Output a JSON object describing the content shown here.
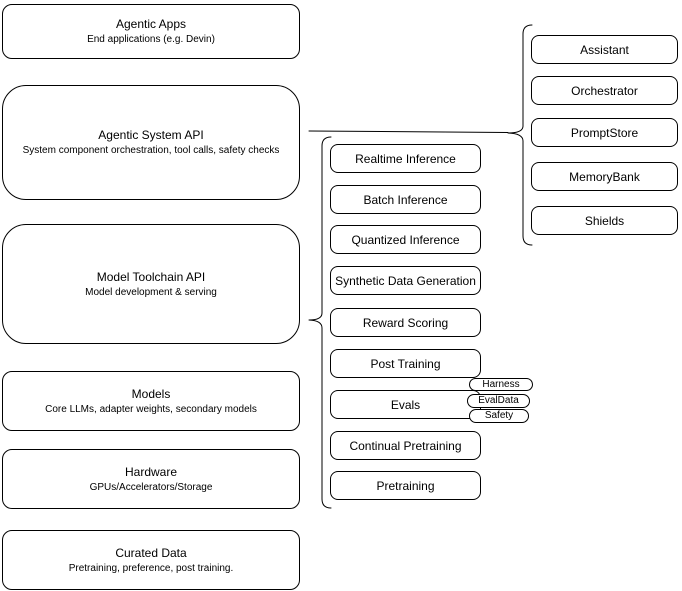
{
  "diagram": {
    "stack": [
      {
        "title": "Agentic Apps",
        "subtitle": "End applications (e.g. Devin)"
      },
      {
        "title": "Agentic System API",
        "subtitle": "System component orchestration, tool calls, safety checks"
      },
      {
        "title": "Model Toolchain API",
        "subtitle": "Model development & serving"
      },
      {
        "title": "Models",
        "subtitle": "Core LLMs, adapter weights, secondary models"
      },
      {
        "title": "Hardware",
        "subtitle": "GPUs/Accelerators/Storage"
      },
      {
        "title": "Curated Data",
        "subtitle": "Pretraining, preference, post training."
      }
    ],
    "toolchain_services": [
      "Realtime Inference",
      "Batch Inference",
      "Quantized Inference",
      "Synthetic Data Generation",
      "Reward Scoring",
      "Post Training",
      "Evals",
      "Continual Pretraining",
      "Pretraining"
    ],
    "eval_tags": [
      "Harness",
      "EvalData",
      "Safety"
    ],
    "system_components": [
      "Assistant",
      "Orchestrator",
      "PromptStore",
      "MemoryBank",
      "Shields"
    ],
    "colors": {
      "stroke": "#000000",
      "fill": "#ffffff",
      "text": "#000000",
      "background": "#ffffff"
    }
  }
}
